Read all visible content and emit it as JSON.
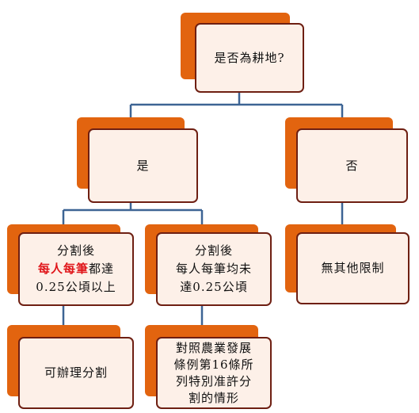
{
  "root": {
    "label": "是否為耕地?"
  },
  "yes": {
    "label": "是"
  },
  "no": {
    "label": "否"
  },
  "yes_left": {
    "line1": "分割後",
    "highlight": "每人每筆",
    "rest": "都達",
    "line3": "0.25公頃以上"
  },
  "yes_right": {
    "line1": "分割後",
    "line2": "每人每筆均未",
    "line3": "達0.25公頃"
  },
  "no_child": {
    "label": "無其他限制"
  },
  "leaf_left": {
    "label": "可辦理分割"
  },
  "leaf_right": {
    "line1": "對照農業發展",
    "line2": "條例第16條所",
    "line3": "列特別准許分",
    "line4": "割的情形"
  },
  "colors": {
    "accent": "#e2640f",
    "box_fill": "#fdf0e8",
    "box_border": "#6e1f12",
    "connector": "#3d6494",
    "highlight_text": "#e0161b"
  }
}
